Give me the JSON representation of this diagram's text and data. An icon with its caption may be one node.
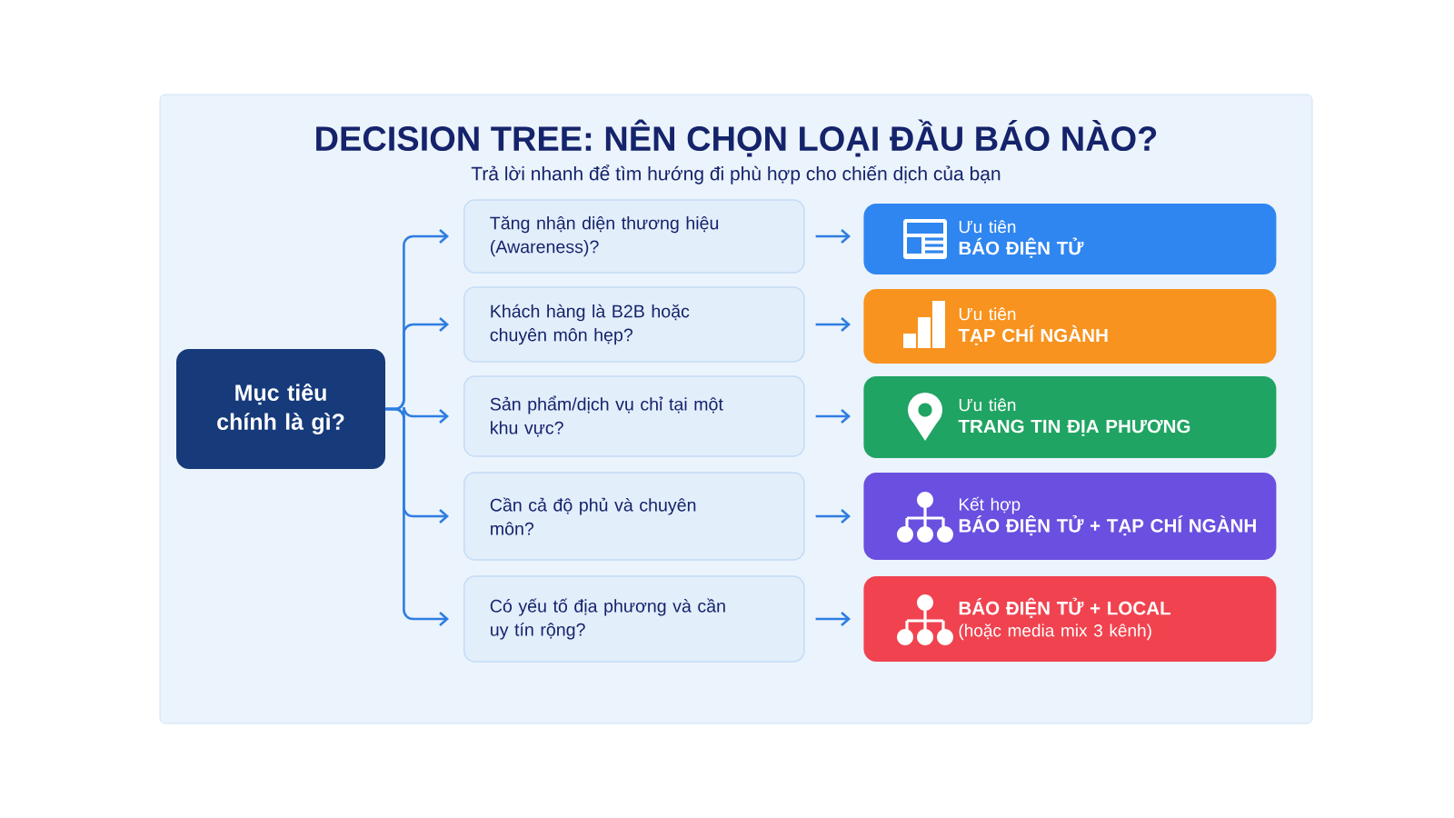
{
  "diagram": {
    "title": "DECISION TREE: NÊN CHỌN LOẠI ĐẦU BÁO NÀO?",
    "nodes": [
      {
        "text": [
          "Mục tiêu chính là gì?"
        ]
      },
      {
        "text": [
          "Tăng nhận diện thương hiệu (Awareness)?"
        ]
      },
      {
        "text": [
          "Khách hàng là B2B hoặc chuyên môn hẹp?"
        ]
      },
      {
        "text": [
          "Sản phẩm/dịch vụ chỉ tại một khu vực?"
        ]
      },
      {
        "text": [
          "Cần cả độ phủ và chuyên môn?"
        ]
      },
      {
        "text": [
          "Có yếu tố địa phương và cần uy tín rộng?"
        ]
      },
      {
        "text": [
          "Ưu tiên",
          "BÁO ĐIỆN TỬ"
        ]
      },
      {
        "text": [
          "Ưu tiên",
          "TẠP CHÍ NGÀNH"
        ]
      },
      {
        "text": [
          "Ưu tiên",
          "TRANG TIN ĐỊA PHƯƠNG"
        ]
      },
      {
        "text": [
          "Kết hợp",
          "BÁO ĐIỆN TỬ + TẠP CHÍ NGÀNH"
        ]
      },
      {
        "text": [
          "BÁO ĐIỆN TỬ + LOCAL",
          "(hoặc media mix 3 kênh)"
        ]
      }
    ],
    "edges": [
      {
        "from": 0,
        "to": 1,
        "arrow": "to"
      },
      {
        "from": 0,
        "to": 2,
        "arrow": "to"
      },
      {
        "from": 0,
        "to": 3,
        "arrow": "to"
      },
      {
        "from": 0,
        "to": 4,
        "arrow": "to"
      },
      {
        "from": 0,
        "to": 5,
        "arrow": "to"
      },
      {
        "from": 1,
        "to": 6,
        "arrow": "to"
      },
      {
        "from": 2,
        "to": 7,
        "arrow": "to"
      },
      {
        "from": 3,
        "to": 8,
        "arrow": "to"
      },
      {
        "from": 4,
        "to": 9,
        "arrow": "to"
      },
      {
        "from": 5,
        "to": 10,
        "arrow": "to"
      }
    ],
    "labels": [
      "Trả lời nhanh để tìm hướng đi phù hợp cho chiến dịch của bạn"
    ]
  }
}
